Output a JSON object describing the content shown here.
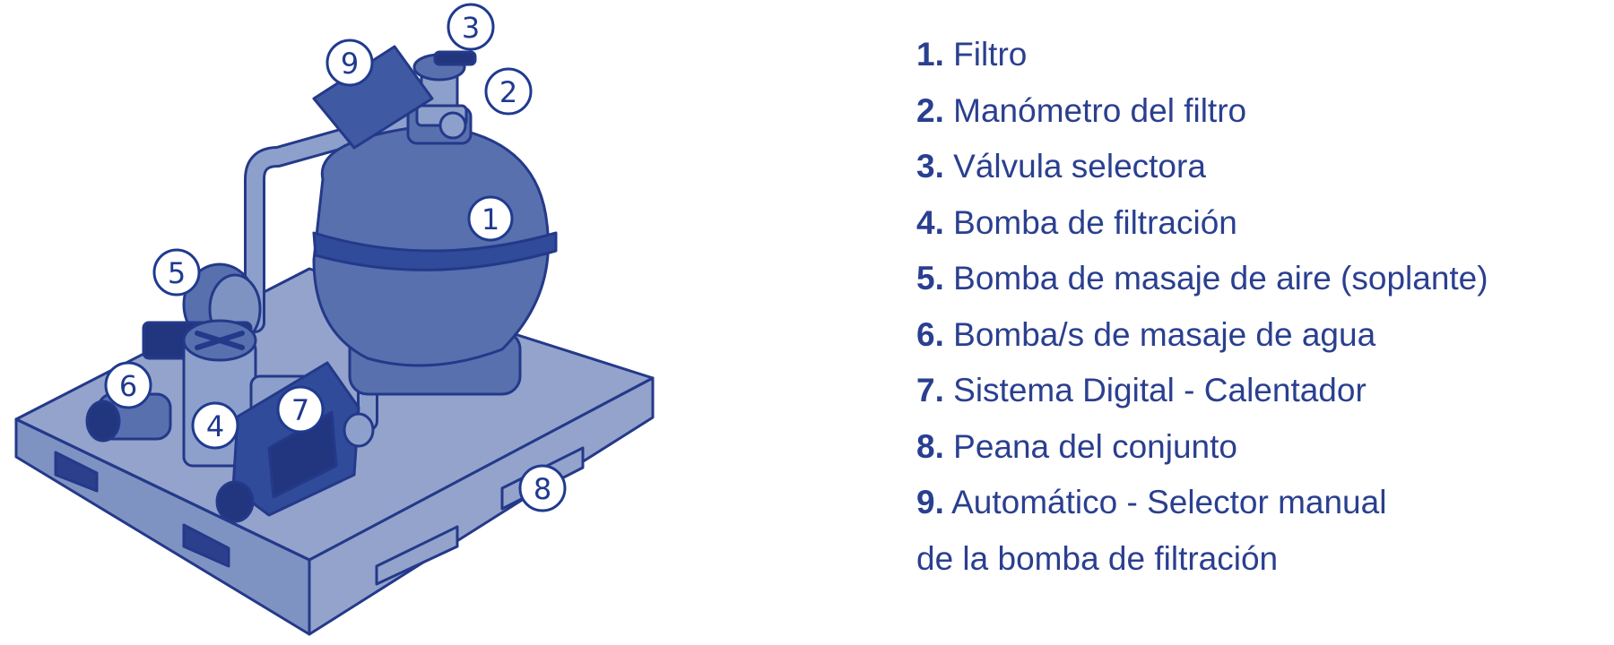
{
  "colors": {
    "ink": "#1f3a8f",
    "stroke": "#24398a",
    "tank": "#5870ad",
    "tank_dark": "#314b9b",
    "pallet": "#93a3cb",
    "pallet_dark": "#7186bd",
    "pipe": "#8da0cb",
    "dark": "#22367f",
    "text": "#2a3f8f"
  },
  "callouts": [
    {
      "id": "1",
      "label": "1"
    },
    {
      "id": "2",
      "label": "2"
    },
    {
      "id": "3",
      "label": "3"
    },
    {
      "id": "4",
      "label": "4"
    },
    {
      "id": "5",
      "label": "5"
    },
    {
      "id": "6",
      "label": "6"
    },
    {
      "id": "7",
      "label": "7"
    },
    {
      "id": "8",
      "label": "8"
    },
    {
      "id": "9",
      "label": "9"
    }
  ],
  "legend": [
    {
      "num": "1.",
      "text": " Filtro"
    },
    {
      "num": "2.",
      "text": " Manómetro del filtro"
    },
    {
      "num": "3.",
      "text": " Válvula selectora"
    },
    {
      "num": "4.",
      "text": " Bomba de filtración"
    },
    {
      "num": "5.",
      "text": " Bomba de masaje de aire (soplante)"
    },
    {
      "num": "6.",
      "text": " Bomba/s de masaje de agua"
    },
    {
      "num": "7.",
      "text": " Sistema Digital - Calentador"
    },
    {
      "num": "8.",
      "text": " Peana del conjunto"
    },
    {
      "num": "9.",
      "text": " Automático - Selector manual",
      "continuation": "de la bomba de filtración"
    }
  ]
}
